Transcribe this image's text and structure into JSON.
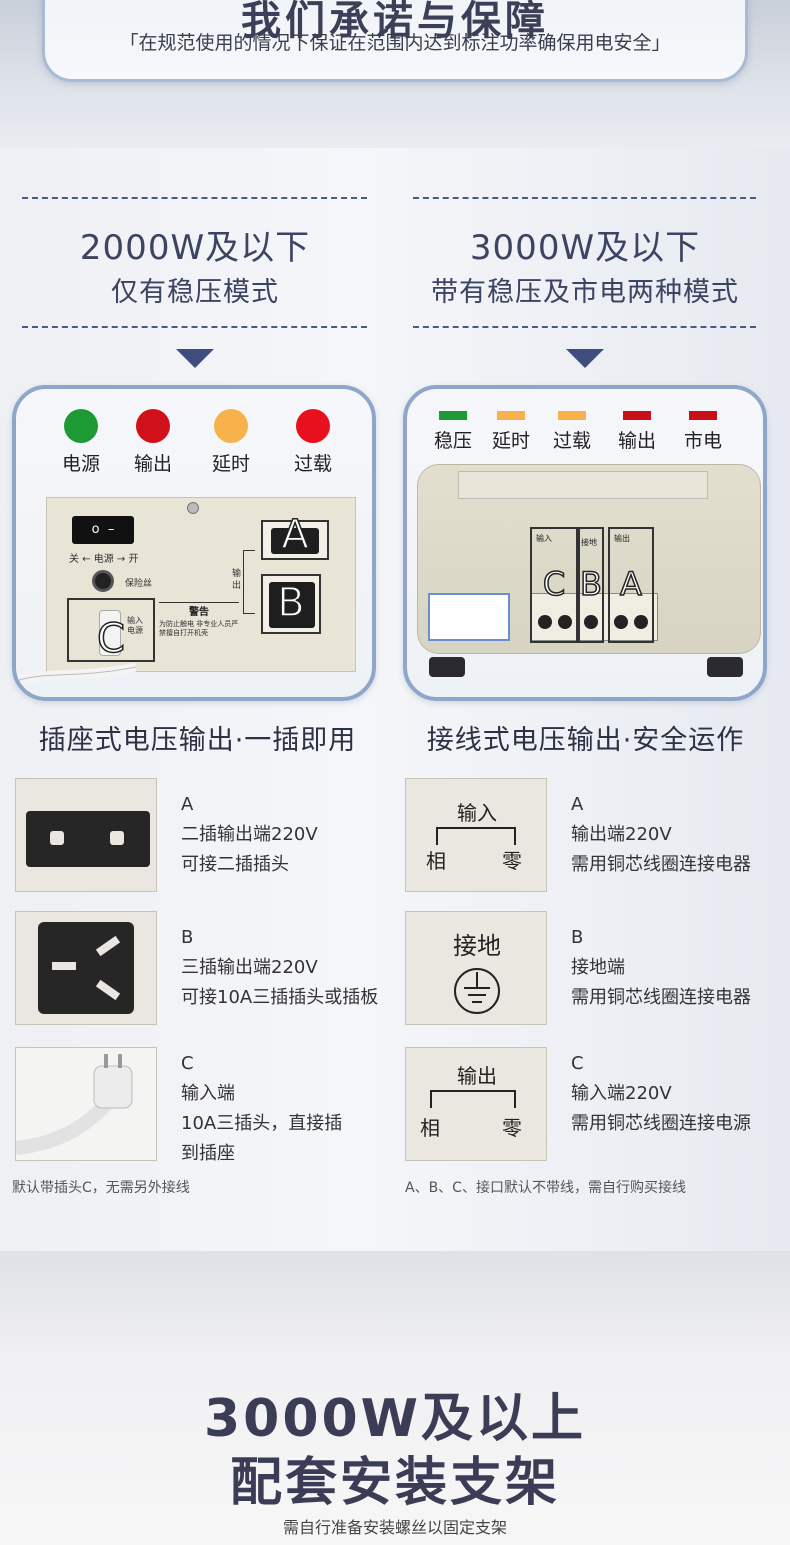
{
  "header": {
    "title": "我们承诺与保障",
    "subtitle": "「在规范使用的情况下保证在范围内达到标注功率确保用电安全」"
  },
  "left": {
    "title": "2000W及以下",
    "subtitle": "仅有稳压模式",
    "indicators": [
      {
        "label": "电源",
        "color": "#1e9a35"
      },
      {
        "label": "输出",
        "color": "#d0101a"
      },
      {
        "label": "延时",
        "color": "#f7b24c"
      },
      {
        "label": "过载",
        "color": "#e8101c"
      }
    ],
    "device_labels": {
      "switch": "关 ← 电源 → 开",
      "fuse": "保险丝",
      "output": "输出",
      "input": "输入电源",
      "warning": "警告",
      "warning_text": "为防止触电 非专业人员严禁擅自打开机壳"
    },
    "letters": [
      "A",
      "B",
      "C"
    ],
    "caption": "插座式电压输出·一插即用",
    "items": [
      {
        "letter": "A",
        "lines": [
          "二插输出端220V",
          "可接二插插头"
        ]
      },
      {
        "letter": "B",
        "lines": [
          "三插输出端220V",
          "可接10A三插插头或插板"
        ]
      },
      {
        "letter": "C",
        "lines": [
          "输入端",
          "10A三插头，直接插",
          "到插座"
        ]
      }
    ],
    "note": "默认带插头C，无需另外接线"
  },
  "right": {
    "title": "3000W及以下",
    "subtitle": "带有稳压及市电两种模式",
    "indicators": [
      {
        "label": "稳压",
        "color": "#1e9a35"
      },
      {
        "label": "延时",
        "color": "#f7b24c"
      },
      {
        "label": "过载",
        "color": "#f7b24c"
      },
      {
        "label": "输出",
        "color": "#c81018"
      },
      {
        "label": "市电",
        "color": "#c81018"
      }
    ],
    "terminal_labels": {
      "input": "输入",
      "ground": "接地",
      "output": "输出",
      "phase": "相",
      "neutral": "零"
    },
    "letters": [
      "C",
      "B",
      "A"
    ],
    "caption": "接线式电压输出·安全运作",
    "thumbs": [
      {
        "top": "输入",
        "left": "相",
        "right": "零"
      },
      {
        "top": "接地"
      },
      {
        "top": "输出",
        "left": "相",
        "right": "零"
      }
    ],
    "items": [
      {
        "letter": "A",
        "lines": [
          "输出端220V",
          "需用铜芯线圈连接电器"
        ]
      },
      {
        "letter": "B",
        "lines": [
          "接地端",
          "需用铜芯线圈连接电器"
        ]
      },
      {
        "letter": "C",
        "lines": [
          "输入端220V",
          "需用铜芯线圈连接电源"
        ]
      }
    ],
    "note": "A、B、C、接口默认不带线，需自行购买接线"
  },
  "bottom": {
    "title_line1": "3000W及以上",
    "title_line2": "配套安装支架",
    "subtitle": "需自行准备安装螺丝以固定支架"
  },
  "colors": {
    "panel_border": "#8ea6c9",
    "accent_navy": "#3e4d7b",
    "green": "#1e9a35",
    "red": "#d0101a",
    "orange": "#f7b24c"
  }
}
